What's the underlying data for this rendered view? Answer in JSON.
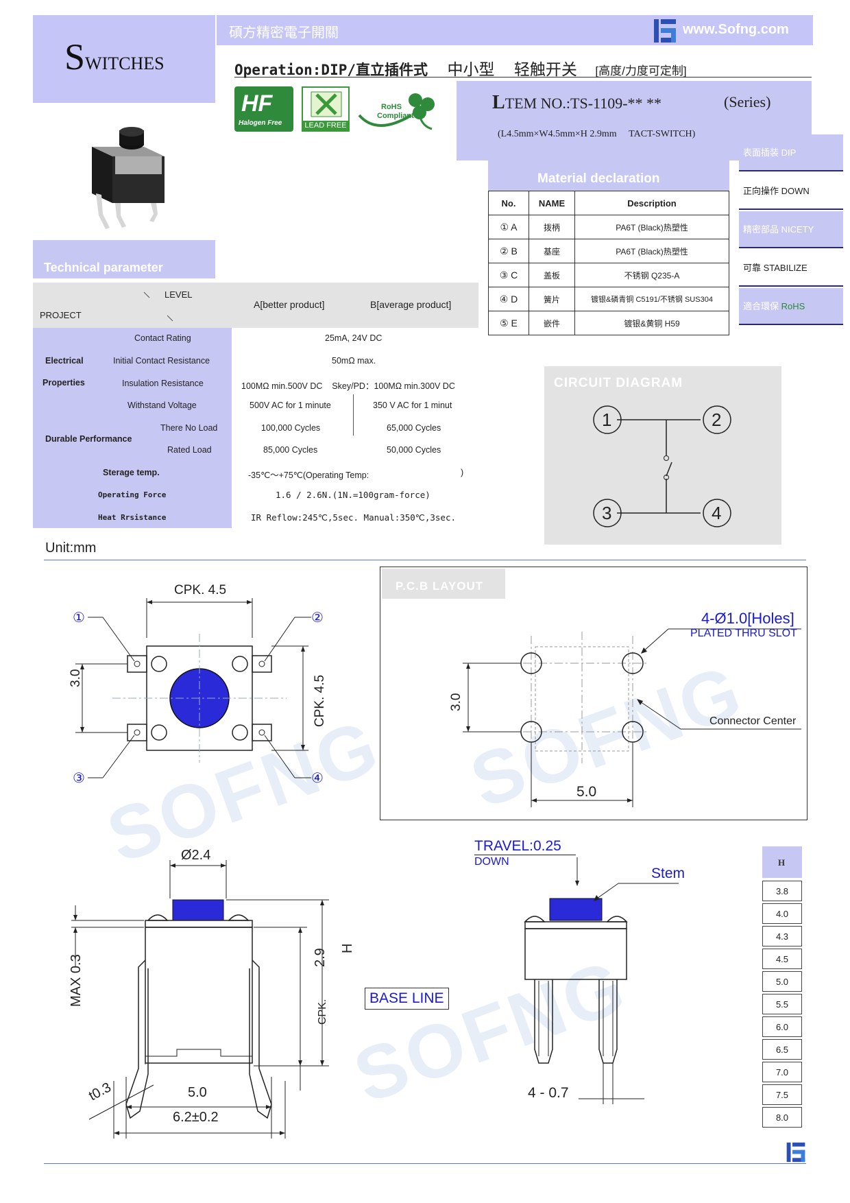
{
  "header": {
    "company_cn": "碩方精密電子開關",
    "website": "www.Sofng.com",
    "brand_big": "S",
    "brand_rest": "WITCHES",
    "operation_label": "Operation:DIP/直立插件式",
    "operation_size": "中小型",
    "operation_type": "轻触开关",
    "operation_note": "[高度/力度可定制]"
  },
  "badges": {
    "halogen": "Halogen Free",
    "lead": "LEAD FREE",
    "rohs_1": "RoHS",
    "rohs_2": "Compliant"
  },
  "item": {
    "prefix_big": "L",
    "title": "TEM NO.:TS-1109-** **",
    "series": "(Series)",
    "dims": "(L4.5mm×W4.5mm×H 2.9mm",
    "switch_type": "TACT-SWITCH)"
  },
  "sidebar": {
    "items": [
      {
        "label": "表面插装 DIP"
      },
      {
        "label": "正向操作 DOWN"
      },
      {
        "label": "精密部品 NICETY"
      },
      {
        "label": "可靠 STABILIZE"
      },
      {
        "label_cn": "適合環保 ",
        "label_en": "RoHS"
      }
    ]
  },
  "material": {
    "title": "Material declaration",
    "headers": [
      "No.",
      "NAME",
      "Description"
    ],
    "rows": [
      [
        "① A",
        "拨柄",
        "PA6T (Black)热塑性"
      ],
      [
        "② B",
        "基座",
        "PA6T (Black)热塑性"
      ],
      [
        "③ C",
        "盖板",
        "不锈钢 Q235-A"
      ],
      [
        "④ D",
        "簧片",
        "镀银&磷青铜 C5191/不锈钢 SUS304"
      ],
      [
        "⑤ E",
        "嵌件",
        "镀银&黄铜 H59"
      ]
    ]
  },
  "tech": {
    "title": "Technical parameter",
    "level": "LEVEL",
    "project": "PROJECT",
    "col_a": "A[better product]",
    "col_b": "B[average product]",
    "contact_rating": "Contact Rating",
    "contact_rating_val": "25mA, 24V DC",
    "electrical": "Electrical",
    "properties": "Properties",
    "initial_res": "Initial Contact Resistance",
    "initial_res_val": "50mΩ max.",
    "insulation": "Insulation Resistance",
    "insulation_val": "100MΩ min.500V DC    Skey/PD：100MΩ min.300V DC",
    "withstand": "Withstand Voltage",
    "withstand_a": "500V AC for 1 minute",
    "withstand_b": "350 V AC for 1 minut",
    "durable": "Durable Performance",
    "no_load": "There No Load",
    "no_load_a": "100,000 Cycles",
    "no_load_b": "65,000 Cycles",
    "rated_load": "Rated Load",
    "rated_load_a": "85,000 Cycles",
    "rated_load_b": "50,000 Cycles",
    "storage": "Sterage temp.",
    "storage_val": "-35℃～+75℃(Operating Temp:",
    "storage_close": ")",
    "op_force": "Operating Force",
    "op_force_val": "1.6 / 2.6N.(1N.=100gram-force)",
    "heat": "Heat Rrsistance",
    "heat_val": "IR Reflow:245℃,5sec.  Manual:350℃,3sec."
  },
  "circuit": {
    "title": "CIRCUIT DIAGRAM",
    "pins": [
      "1",
      "2",
      "3",
      "4"
    ]
  },
  "unit": "Unit:mm",
  "top_view": {
    "cpk_w": "CPK. 4.5",
    "cpk_h": "CPK. 4.5",
    "pitch": "3.0",
    "pins": [
      "①",
      "②",
      "③",
      "④"
    ]
  },
  "pcb": {
    "title": "P.C.B LAYOUT",
    "holes": "4-Ø1.0[Holes]",
    "plated": "PLATED THRU SLOT",
    "connector": "Connector Center",
    "pitch_v": "3.0",
    "pitch_h": "5.0"
  },
  "side_view": {
    "stem_dia": "Ø2.4",
    "max": "MAX 0.3",
    "height": "2.9",
    "h": "H",
    "cpk": "CPK.",
    "baseline": "BASE LINE",
    "thick": "t0.3",
    "pitch": "5.0",
    "width": "6.2±0.2"
  },
  "front_view": {
    "travel": "TRAVEL:0.25",
    "down": "DOWN",
    "stem": "Stem",
    "pins": "4 - 0.7"
  },
  "h_table": {
    "header": "H",
    "values": [
      "3.8",
      "4.0",
      "4.3",
      "4.5",
      "5.0",
      "5.5",
      "6.0",
      "6.5",
      "7.0",
      "7.5",
      "8.0"
    ]
  },
  "colors": {
    "header_bar": "#c5c5f7",
    "accent_blue": "#1a1ad0",
    "button_blue": "#2a2ad8",
    "sidebar_lavender": "#c7c7f3",
    "panel_grey": "#e3e3e3"
  }
}
